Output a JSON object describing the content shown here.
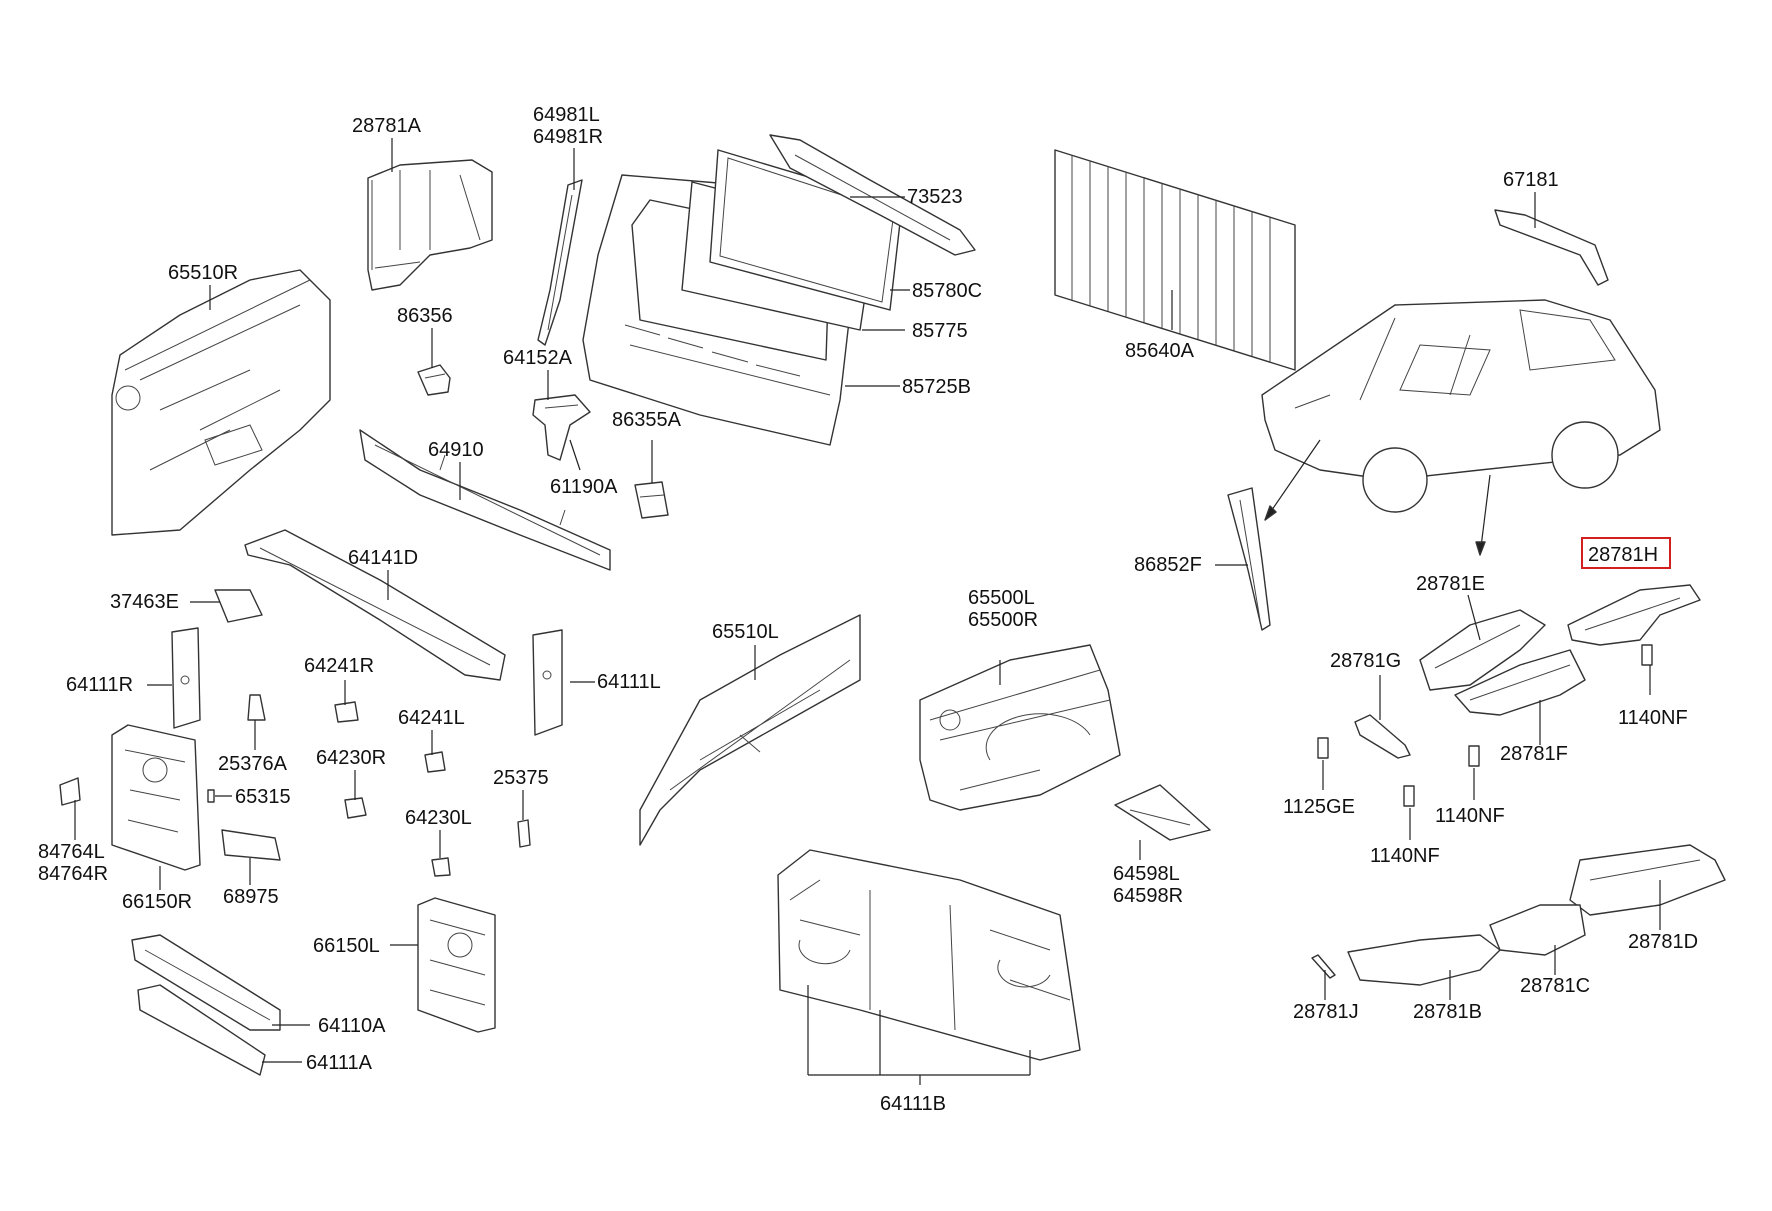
{
  "labels": {
    "p28781A": "28781A",
    "p64981L": "64981L",
    "p64981R": "64981R",
    "p73523": "73523",
    "p67181": "67181",
    "p65510R": "65510R",
    "p86356": "86356",
    "p85780C": "85780C",
    "p85775": "85775",
    "p85640A": "85640A",
    "p64152A": "64152A",
    "p85725B": "85725B",
    "p86355A": "86355A",
    "p64910": "64910",
    "p61190A": "61190A",
    "p64141D": "64141D",
    "p86852F": "86852F",
    "p28781H": "28781H",
    "p37463E": "37463E",
    "p65500L": "65500L",
    "p65500R": "65500R",
    "p28781E": "28781E",
    "p65510L": "65510L",
    "p64111R": "64111R",
    "p64241R": "64241R",
    "p64111L": "64111L",
    "p28781G": "28781G",
    "p1140NF_a": "1140NF",
    "p64241L": "64241L",
    "p28781F": "28781F",
    "p25376A": "25376A",
    "p64230R": "64230R",
    "p65315": "65315",
    "p25375": "25375",
    "p1125GE": "1125GE",
    "p1140NF_b": "1140NF",
    "p64230L": "64230L",
    "p84764L": "84764L",
    "p84764R": "84764R",
    "p64598L": "64598L",
    "p64598R": "64598R",
    "p1140NF_c": "1140NF",
    "p66150R": "66150R",
    "p68975": "68975",
    "p28781D": "28781D",
    "p66150L": "66150L",
    "p28781J": "28781J",
    "p28781B": "28781B",
    "p28781C": "28781C",
    "p64110A": "64110A",
    "p64111A": "64111A",
    "p64111B": "64111B"
  },
  "highlight": {
    "part": "28781H",
    "color": "#d21f1f"
  }
}
